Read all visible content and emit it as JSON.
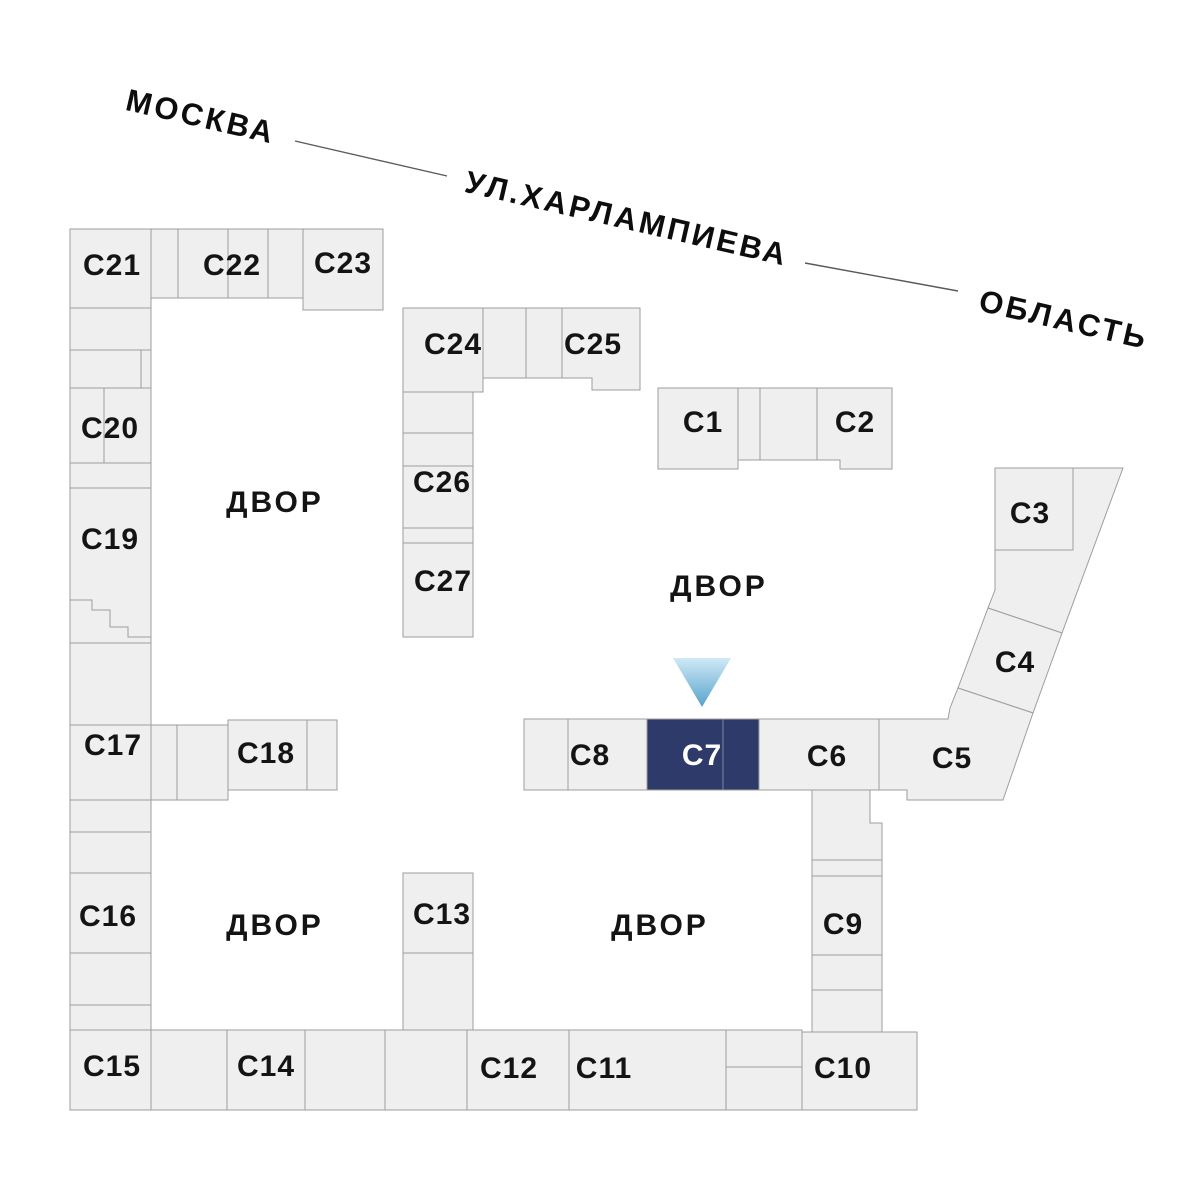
{
  "streets": {
    "city_label": "МОСКВА",
    "street_name": "УЛ.ХАРЛАМПИЕВА",
    "region_label": "ОБЛАСТЬ"
  },
  "courtyard_label": "ДВОР",
  "selection": {
    "selected_building": "C7"
  },
  "colors": {
    "building_fill": "#efefef",
    "building_stroke": "#9e9e9e",
    "selected_fill": "#2e3a69",
    "selected_text": "#ffffff",
    "pointer_gradient_top": "#cfe9f6",
    "pointer_gradient_bottom": "#57a3cc",
    "street_line": "#5a5a5a"
  },
  "buildings": {
    "c1": {
      "label": "C1"
    },
    "c2": {
      "label": "C2"
    },
    "c3": {
      "label": "C3"
    },
    "c4": {
      "label": "C4"
    },
    "c5": {
      "label": "C5"
    },
    "c6": {
      "label": "C6"
    },
    "c7": {
      "label": "C7"
    },
    "c8": {
      "label": "C8"
    },
    "c9": {
      "label": "C9"
    },
    "c10": {
      "label": "C10"
    },
    "c11": {
      "label": "C11"
    },
    "c12": {
      "label": "C12"
    },
    "c13": {
      "label": "C13"
    },
    "c14": {
      "label": "C14"
    },
    "c15": {
      "label": "C15"
    },
    "c16": {
      "label": "C16"
    },
    "c17": {
      "label": "C17"
    },
    "c18": {
      "label": "C18"
    },
    "c19": {
      "label": "C19"
    },
    "c20": {
      "label": "C20"
    },
    "c21": {
      "label": "C21"
    },
    "c22": {
      "label": "C22"
    },
    "c23": {
      "label": "C23"
    },
    "c24": {
      "label": "C24"
    },
    "c25": {
      "label": "C25"
    },
    "c26": {
      "label": "C26"
    },
    "c27": {
      "label": "C27"
    }
  }
}
